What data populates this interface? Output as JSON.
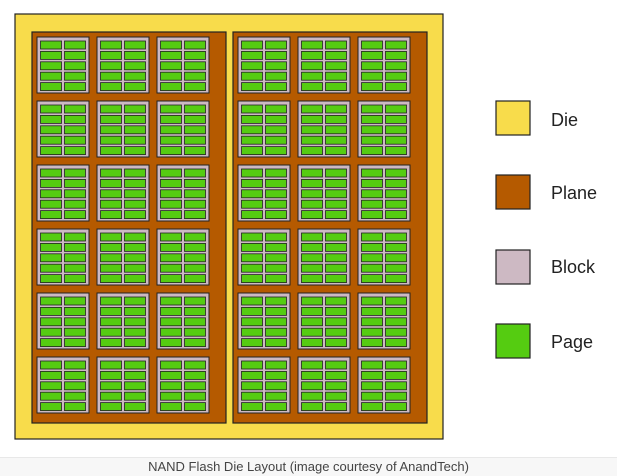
{
  "colors": {
    "die": "#f8dc4b",
    "plane": "#b55a00",
    "block": "#cdb9c3",
    "page": "#55cc11",
    "stroke": "#222222"
  },
  "legend": [
    {
      "label": "Die",
      "color_key": "die"
    },
    {
      "label": "Plane",
      "color_key": "plane"
    },
    {
      "label": "Block",
      "color_key": "block"
    },
    {
      "label": "Page",
      "color_key": "page"
    }
  ],
  "structure": {
    "planes": 2,
    "block_columns_per_plane": 3,
    "block_rows_per_plane": 6,
    "page_rows_per_block": 5,
    "page_columns_per_block": 2
  },
  "caption": "NAND Flash Die Layout (image courtesy of AnandTech)"
}
